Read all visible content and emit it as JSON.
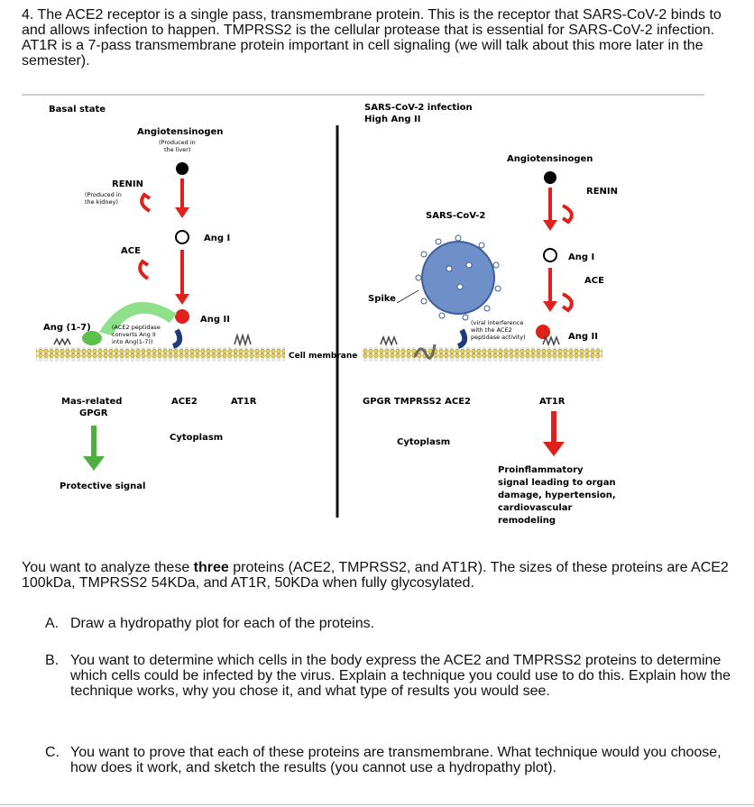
{
  "question_number": "4.",
  "intro_text": "The ACE2 receptor is a single pass, transmembrane protein. This is the receptor that SARS-CoV-2 binds to and allows infection to happen. TMPRSS2 is the cellular protease that is essential for SARS-CoV-2 infection. AT1R is a 7-pass transmembrane protein important in cell signaling (we will talk about this more later in the semester).",
  "figure": {
    "basal_title": "Basal state",
    "infection_title_1": "SARS-CoV-2 infection",
    "infection_title_2": "High Ang II",
    "angiotensinogen": "Angiotensinogen",
    "produced_liver_1": "(Produced in",
    "produced_liver_2": "the liver)",
    "renin": "RENIN",
    "produced_kidney_1": "(Produced in",
    "produced_kidney_2": "the kidney)",
    "ang1": "Ang I",
    "ace": "ACE",
    "ang2": "Ang II",
    "ang17": "Ang (1-7)",
    "ace2_pep_1": "(ACE2 peptidase",
    "ace2_pep_2": "converts Ang II",
    "ace2_pep_3": "into Ang(1-7))",
    "cell_membrane": "Cell membrane",
    "mas_1": "Mas-related",
    "mas_2": "GPGR",
    "ace2": "ACE2",
    "at1r": "AT1R",
    "cytoplasm": "Cytoplasm",
    "protective": "Protective signal",
    "virus": "SARS-CoV-2",
    "spike": "Spike",
    "viral_1": "(viral interference",
    "viral_2": "with the ACE2",
    "viral_3": "peptidase activity)",
    "right_receptors": "GPGR  TMPRSS2  ACE2",
    "proinf_1": "Proinflammatory",
    "proinf_2": "signal leading to organ",
    "proinf_3": "damage, hypertension,",
    "proinf_4": "cardiovascular",
    "proinf_5": "remodeling",
    "colors": {
      "arrow_red": "#e0201b",
      "arrow_green": "#4caf3f",
      "ace2_green": "#5dc04a",
      "receptor_blue": "#1f3a7a",
      "virus_blue": "#6f8fc9"
    }
  },
  "analysis_para_pre": "You want to analyze these ",
  "analysis_bold": "three",
  "analysis_para_post": " proteins (ACE2, TMPRSS2, and AT1R). The sizes of these proteins are ACE2 100kDa, TMPRSS2 54KDa, and AT1R, 50KDa when fully glycosylated.",
  "items": [
    {
      "label": "A.",
      "text": "Draw a hydropathy plot for each of the proteins."
    },
    {
      "label": "B.",
      "text": "You want to determine which cells in the body express the ACE2 and TMPRSS2 proteins to determine which cells could be infected by the virus. Explain a technique you could use to do this. Explain how the technique works, why you chose it, and what type of results you would see."
    },
    {
      "label": "C.",
      "text": "You want to prove that each of these proteins are transmembrane. What technique would you choose, how does it work, and sketch the results (you cannot use a hydropathy plot)."
    }
  ]
}
